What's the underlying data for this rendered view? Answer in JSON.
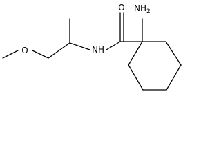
{
  "structure": {
    "labels": {
      "amine": {
        "main": "NH",
        "sub": "2"
      },
      "amide_nitrogen": "NH",
      "carbonyl_oxygen": "O",
      "ether_oxygen": "O"
    }
  }
}
